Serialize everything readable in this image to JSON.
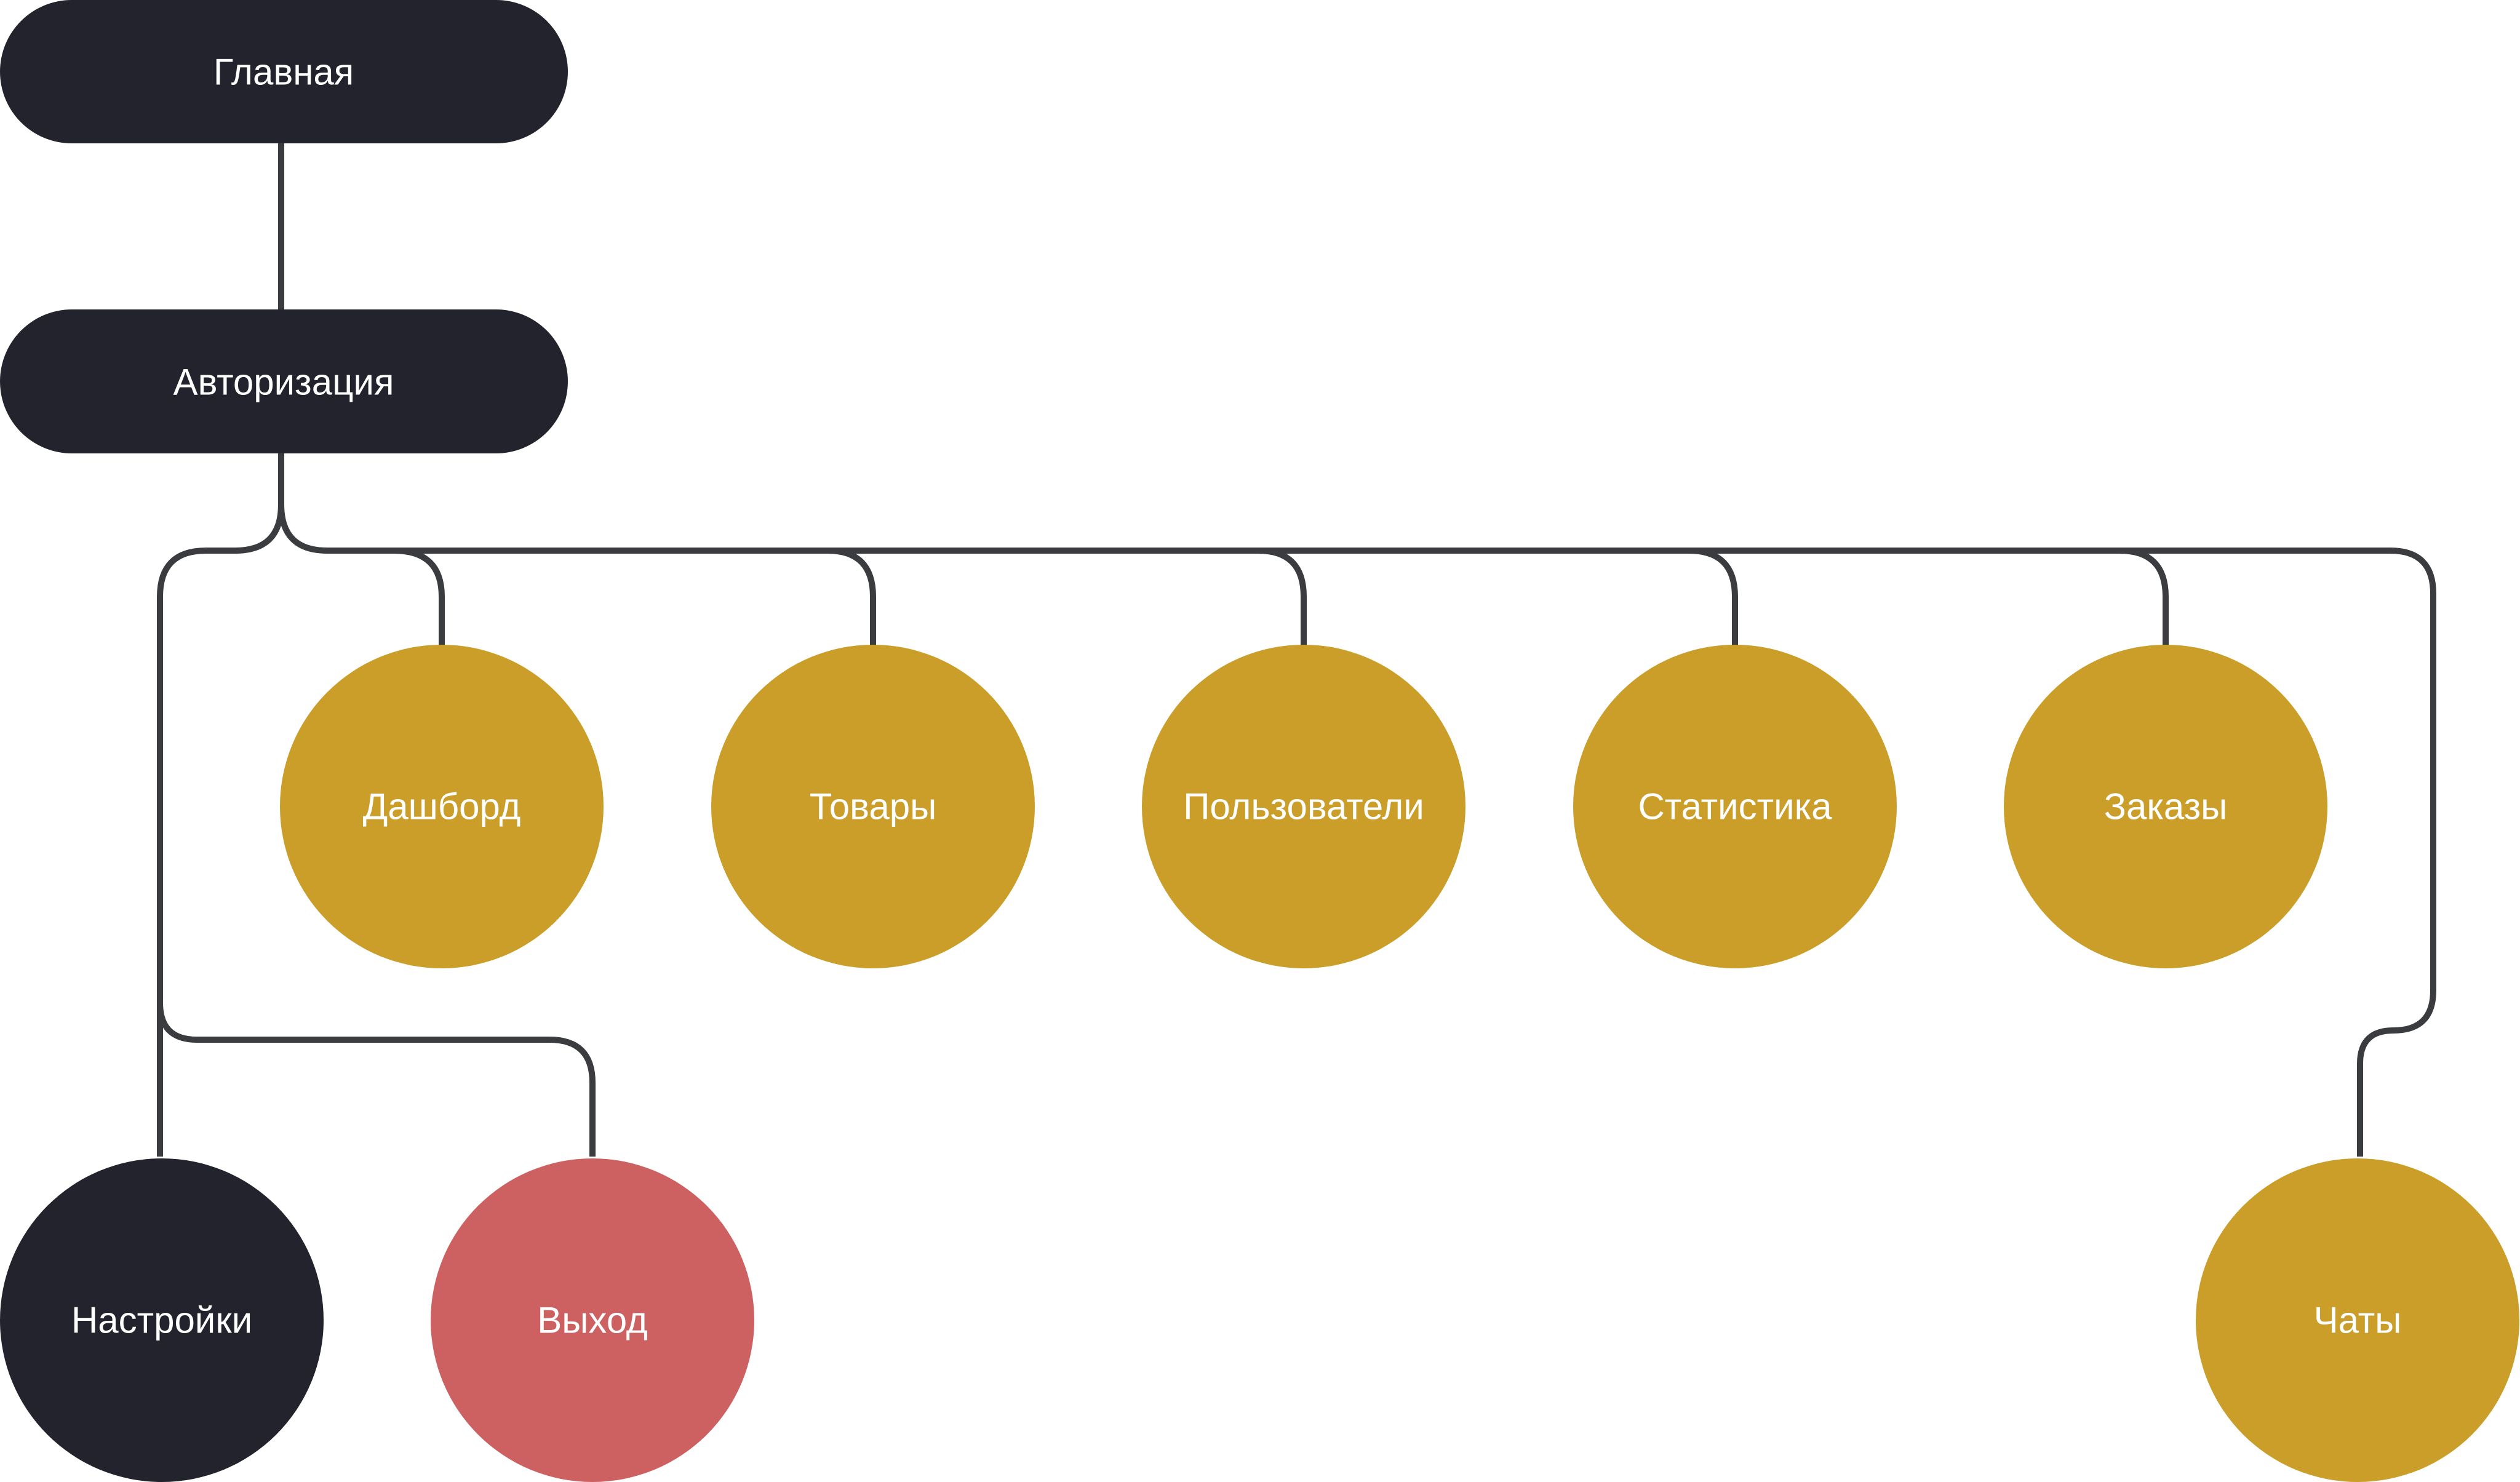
{
  "colors": {
    "dark": "#22232c",
    "gold": "#ca9e29",
    "red": "#cd6162",
    "line": "#3b3c40",
    "text": "#ffffff"
  },
  "nodes": {
    "home": "Главная",
    "auth": "Авторизация",
    "dashboard": "Дашборд",
    "products": "Товары",
    "users": "Пользователи",
    "statistics": "Статистика",
    "orders": "Заказы",
    "settings": "Настройки",
    "logout": "Выход",
    "chats": "Чаты"
  }
}
